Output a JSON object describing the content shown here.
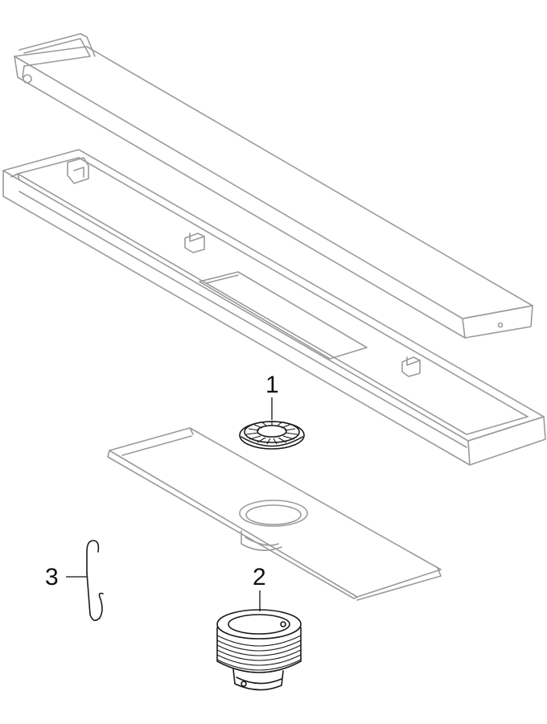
{
  "callouts": [
    {
      "id": "part-1",
      "label": "1"
    },
    {
      "id": "part-2",
      "label": "2"
    },
    {
      "id": "part-3",
      "label": "3"
    }
  ],
  "colors": {
    "line": "#9a9a9a",
    "dark": "#1a1a1a",
    "background": "#ffffff"
  }
}
